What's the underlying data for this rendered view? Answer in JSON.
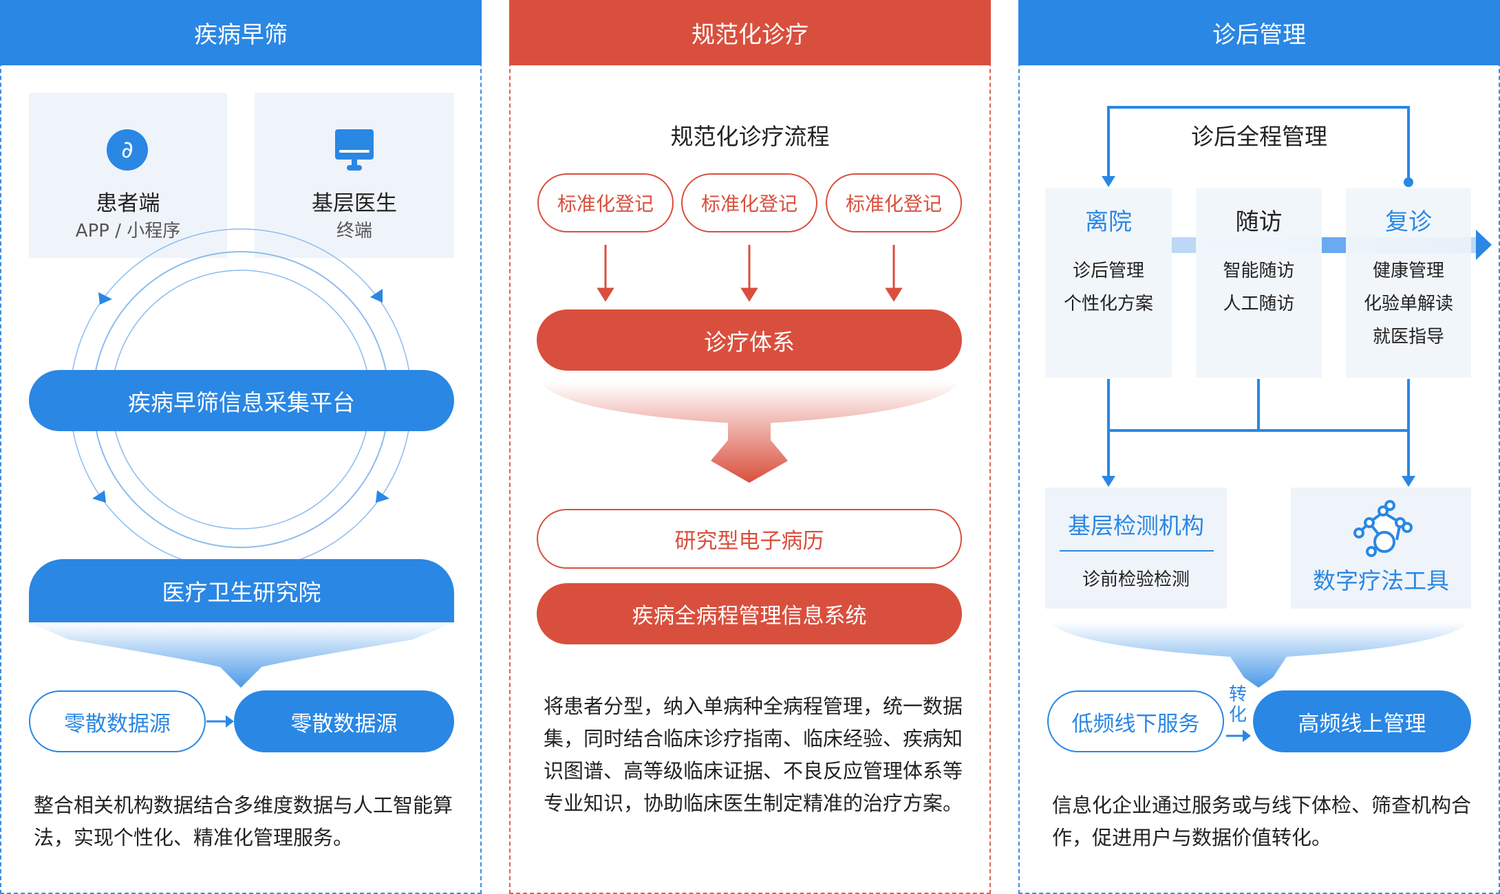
{
  "col1": {
    "title": "疾病早筛",
    "card1": {
      "title": "患者端",
      "sub": "APP / 小程序"
    },
    "card2": {
      "title": "基层医生",
      "sub": "终端"
    },
    "platform": "疾病早筛信息采集平台",
    "institute": "医疗卫生研究院",
    "src1": "零散数据源",
    "src2": "零散数据源",
    "desc": "整合相关机构数据结合多维度数据与人工智能算法，实现个性化、精准化管理服务。"
  },
  "col2": {
    "title": "规范化诊疗",
    "flow_title": "规范化诊疗流程",
    "steps": [
      "标准化登记",
      "标准化登记",
      "标准化登记"
    ],
    "system": "诊疗体系",
    "emr": "研究型电子病历",
    "mgmt": "疾病全病程管理信息系统",
    "desc": "将患者分型，纳入单病种全病程管理，统一数据集，同时结合临床诊疗指南、临床经验、疾病知识图谱、高等级临床证据、不良反应管理体系等专业知识，协助临床医生制定精准的治疗方案。"
  },
  "col3": {
    "title": "诊后管理",
    "flow_title": "诊后全程管理",
    "stages": [
      {
        "title": "离院",
        "items": [
          "诊后管理",
          "个性化方案"
        ]
      },
      {
        "title": "随访",
        "items": [
          "智能随访",
          "人工随访"
        ]
      },
      {
        "title": "复诊",
        "items": [
          "健康管理",
          "化验单解读",
          "就医指导"
        ]
      }
    ],
    "lab": {
      "title": "基层检测机构",
      "sub": "诊前检验检测"
    },
    "tool": "数字疗法工具",
    "offline": "低频线下服务",
    "convert": "转化",
    "online": "高频线上管理",
    "desc": "信息化企业通过服务或与线下体检、筛查机构合作，促进用户与数据价值转化。"
  },
  "colors": {
    "blue": "#2a87e4",
    "red": "#d94f3d",
    "card": "#eff4fa"
  }
}
